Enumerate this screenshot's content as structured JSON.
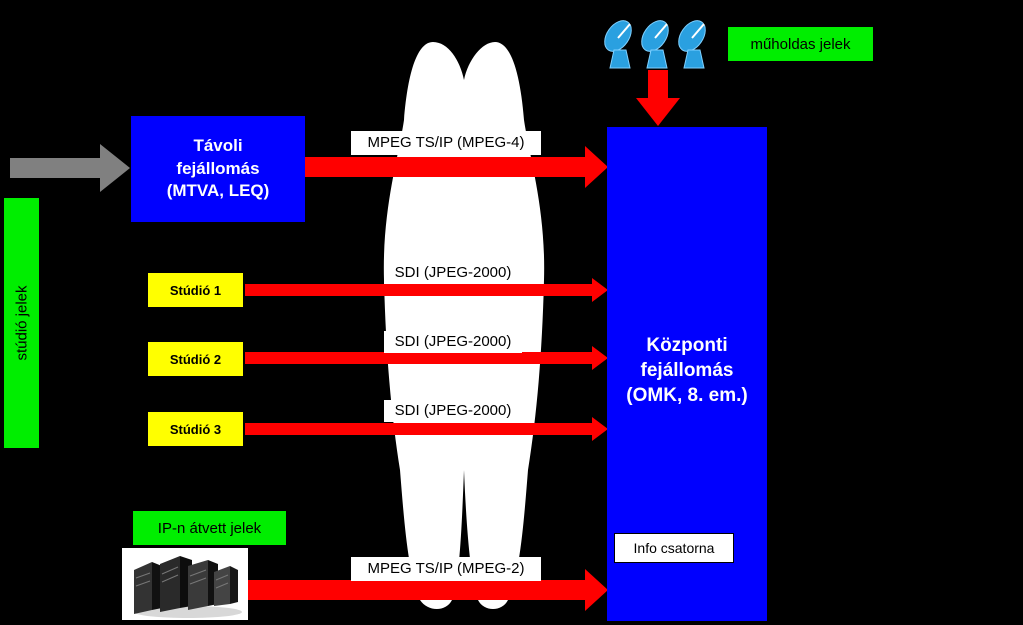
{
  "remote_station": {
    "label": "Távoli\nfejállomás\n(MTVA, LEQ)"
  },
  "central_station": {
    "label": "Központi\nfejállomás\n(OMK, 8. em.)"
  },
  "studios": [
    {
      "label": "Stúdió 1",
      "link_label": "SDI (JPEG-2000)"
    },
    {
      "label": "Stúdió 2",
      "link_label": "SDI (JPEG-2000)"
    },
    {
      "label": "Stúdió 3",
      "link_label": "SDI (JPEG-2000)"
    }
  ],
  "links": {
    "remote_to_central": "MPEG TS/IP (MPEG-4)",
    "servers_to_central": "MPEG TS/IP (MPEG-2)"
  },
  "labels": {
    "satellite_signals": "műholdas jelek",
    "studio_signals": "stúdió jelek",
    "ip_signals": "IP-n átvett jelek",
    "info_channel": "Info csatorna"
  },
  "colors": {
    "background": "#000000",
    "box_blue": "#0000ff",
    "arrow_red": "#ff0000",
    "arrow_gray": "#808080",
    "label_green": "#00ee00",
    "studio_yellow": "#ffff00",
    "satellite_blue": "#2aa0e0"
  },
  "icons": {
    "satellite": "satellite-dish-icon",
    "servers": "server-rack-icon"
  }
}
